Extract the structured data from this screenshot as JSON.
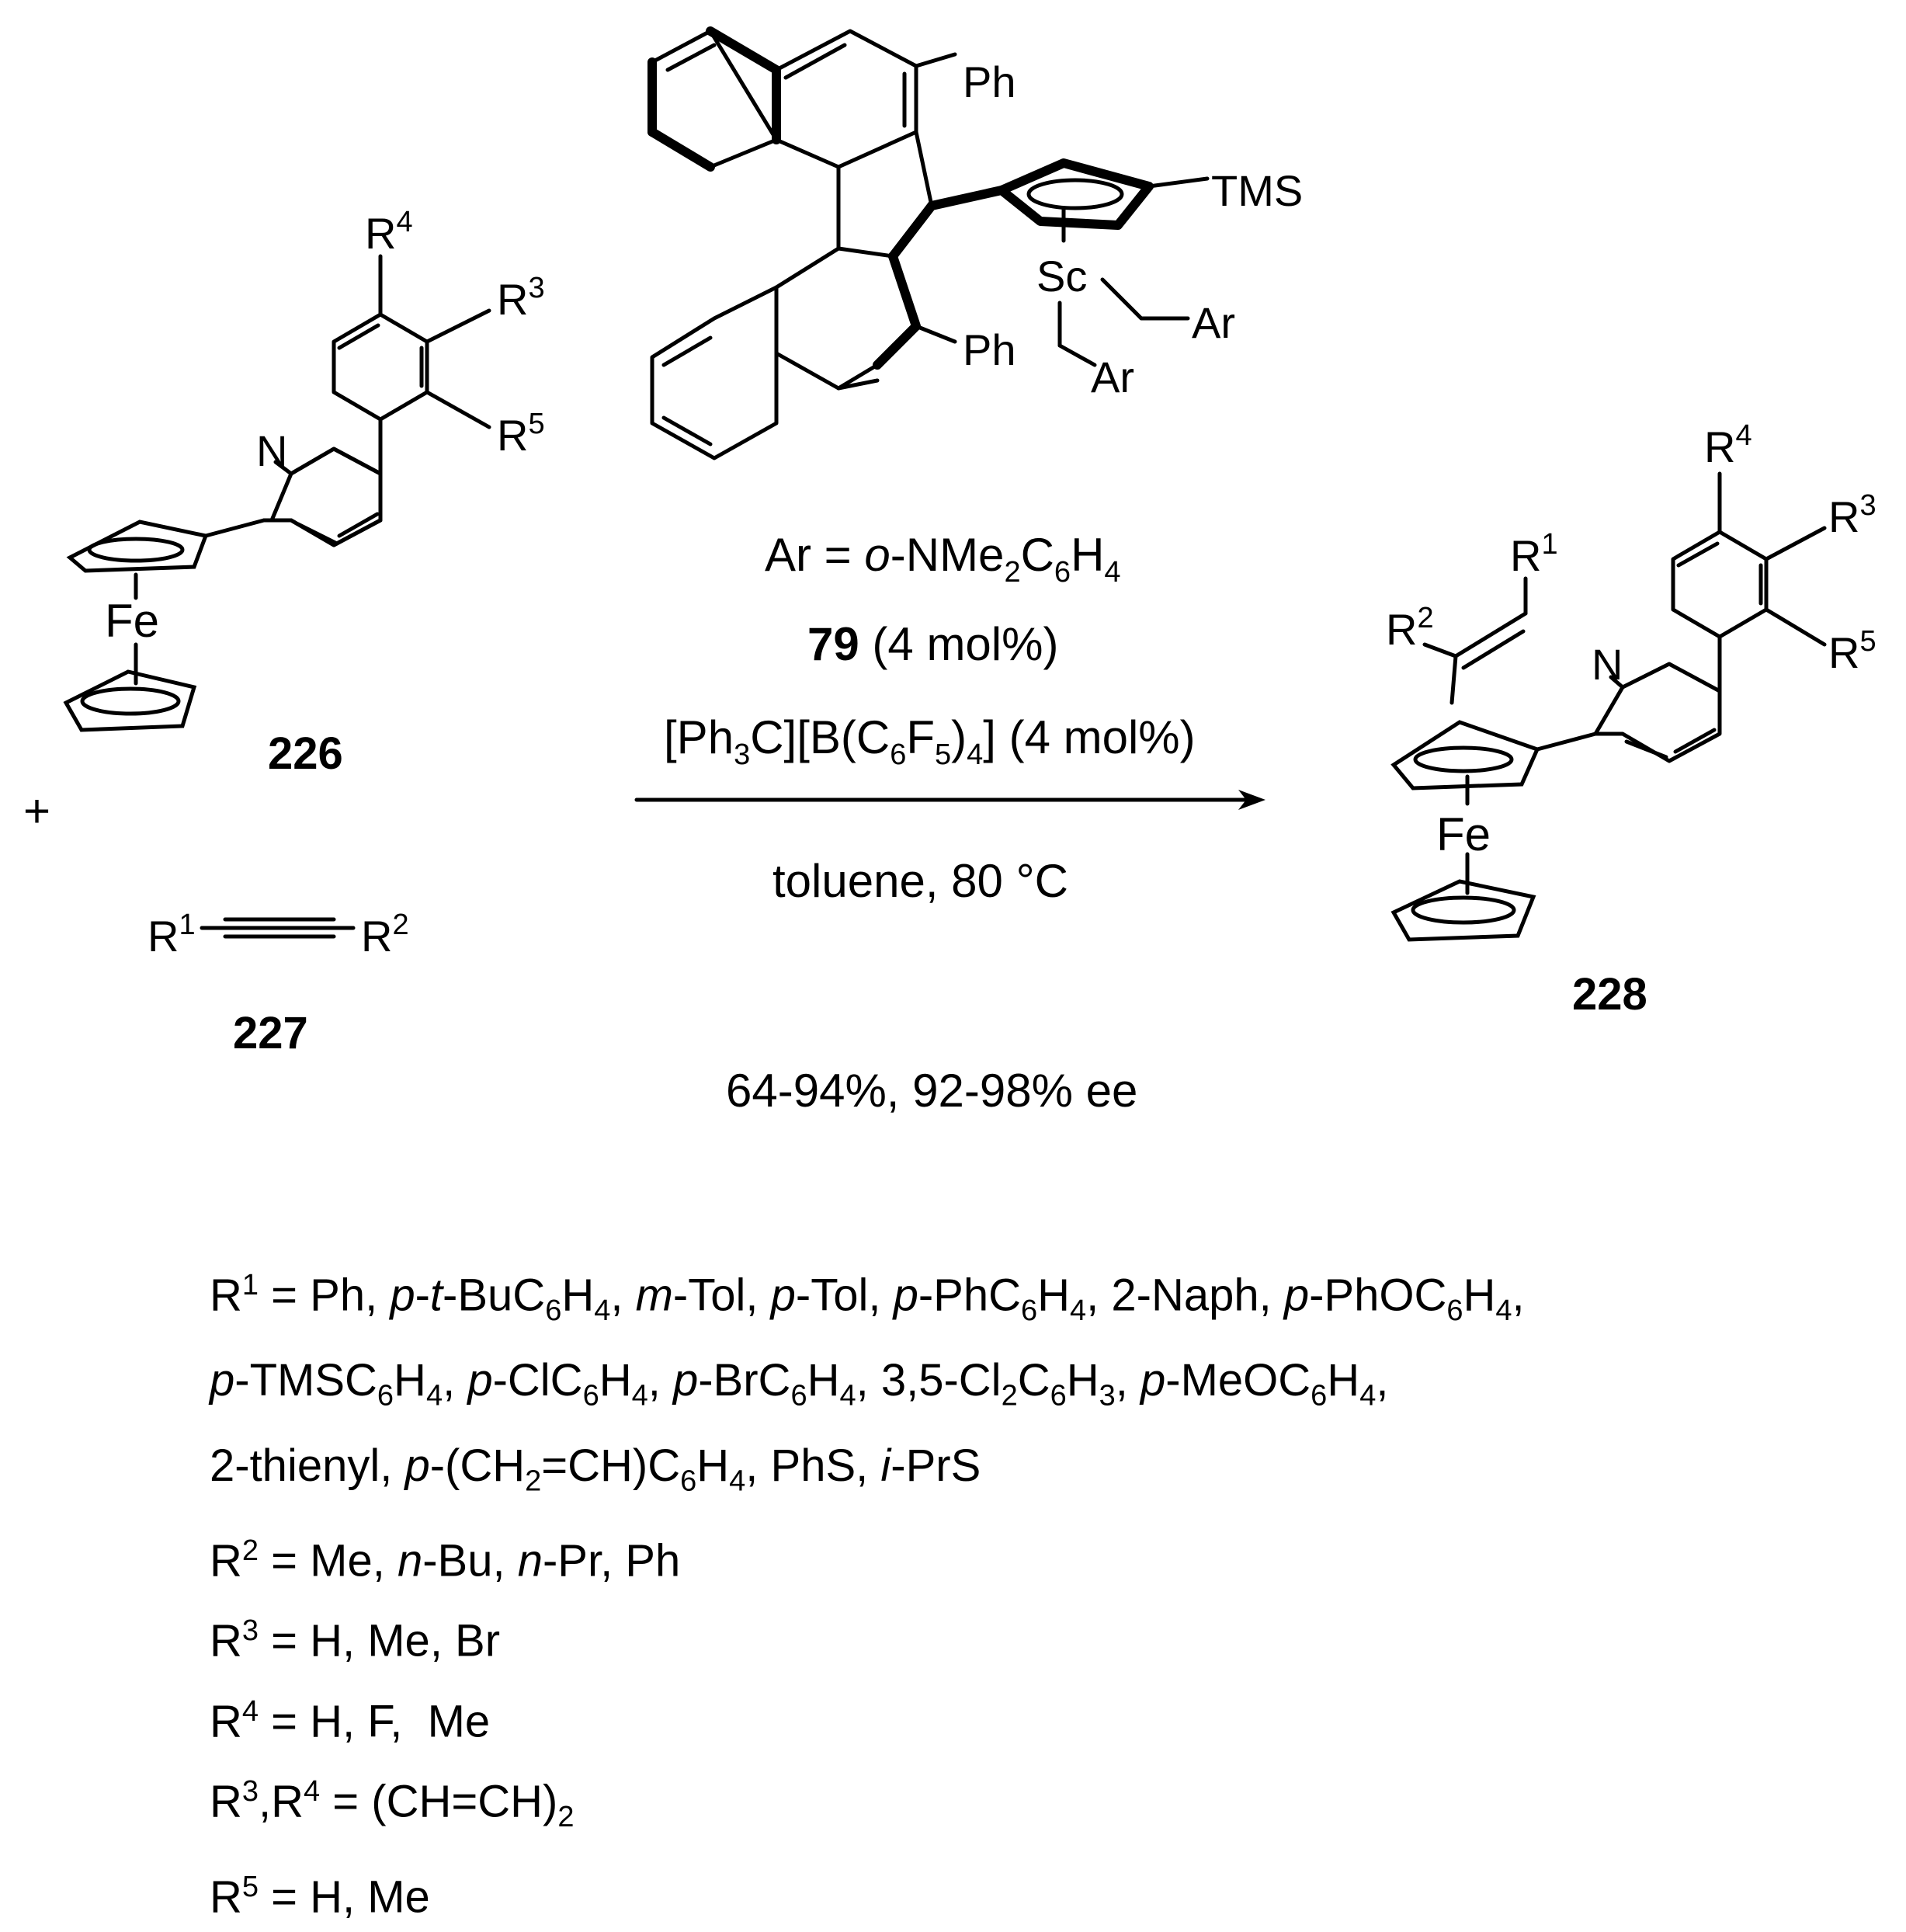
{
  "reactant1": {
    "id": "226",
    "metal": "Fe",
    "r4": "R",
    "r4_sup": "4",
    "r3": "R",
    "r3_sup": "3",
    "r5": "R",
    "r5_sup": "5",
    "n": "N"
  },
  "plus": "+",
  "reactant2": {
    "id": "227",
    "r1": "R",
    "r1_sup": "1",
    "r2": "R",
    "r2_sup": "2"
  },
  "catalyst": {
    "ph_top": "Ph",
    "ph_bottom": "Ph",
    "tms": "TMS",
    "sc": "Sc",
    "ar1": "Ar",
    "ar2": "Ar",
    "ar_def_prefix": "Ar = ",
    "ar_def_o": "o",
    "ar_def_mid": "-NMe",
    "ar_def_sub2": "2",
    "ar_def_c": "C",
    "ar_def_sub6": "6",
    "ar_def_h": "H",
    "ar_def_sub4": "4",
    "id": "79",
    "loading": " (4 mol%)"
  },
  "cocatalyst": {
    "t1": "[Ph",
    "s1": "3",
    "t2": "C][B(C",
    "s2": "6",
    "t3": "F",
    "s3": "5",
    "t4": ")",
    "s4": "4",
    "t5": "] (4 mol%)"
  },
  "conditions": "toluene, 80 °C",
  "result": "64-94%, 92-98% ee",
  "product": {
    "id": "228",
    "metal": "Fe",
    "r1": "R",
    "r1_sup": "1",
    "r2": "R",
    "r2_sup": "2",
    "r3": "R",
    "r3_sup": "3",
    "r4": "R",
    "r4_sup": "4",
    "r5": "R",
    "r5_sup": "5",
    "n": "N"
  },
  "substituents": {
    "r1_label": "R",
    "r1_sup": "1",
    "r1_a": " = Ph, ",
    "r1_p1": "p",
    "r1_dash1": "-",
    "r1_t": "t",
    "r1_b": "-BuC",
    "r1_b6": "6",
    "r1_bh": "H",
    "r1_b4": "4",
    "r1_c1": ", ",
    "r1_m": "m",
    "r1_mtol": "-Tol, ",
    "r1_p2": "p",
    "r1_ptol": "-Tol, ",
    "r1_p3": "p",
    "r1_pph": "-PhC",
    "r1_pph6": "6",
    "r1_pphh": "H",
    "r1_pph4": "4",
    "r1_naph": ", 2-Naph, ",
    "r1_p4": "p",
    "r1_phoc": "-PhOC",
    "r1_phoc6": "6",
    "r1_phoch": "H",
    "r1_phoc4": "4",
    "r1_end1": ",",
    "l2_p1": "p",
    "l2_tms": "-TMSC",
    "l2_tms6": "6",
    "l2_tmsh": "H",
    "l2_tms4": "4",
    "l2_c1": ", ",
    "l2_p2": "p",
    "l2_cl": "-ClC",
    "l2_cl6": "6",
    "l2_clh": "H",
    "l2_cl4": "4",
    "l2_c2": ", ",
    "l2_p3": "p",
    "l2_br": "-BrC",
    "l2_br6": "6",
    "l2_brh": "H",
    "l2_br4": "4",
    "l2_c3": ", ",
    "l2_dc": "3,5-Cl",
    "l2_dc2": "2",
    "l2_dcc": "C",
    "l2_dc6": "6",
    "l2_dch": "H",
    "l2_dc3": "3",
    "l2_c4": ", ",
    "l2_p4": "p",
    "l2_meo": "-MeOC",
    "l2_meo6": "6",
    "l2_meoh": "H",
    "l2_meo4": "4",
    "l2_end": ",",
    "l3_a": "2-thienyl, ",
    "l3_p": "p",
    "l3_b": "-(CH",
    "l3_b2": "2",
    "l3_c": "=CH)C",
    "l3_c6": "6",
    "l3_h": "H",
    "l3_h4": "4",
    "l3_d": ", PhS, ",
    "l3_i": "i",
    "l3_e": "-PrS",
    "r2_label": "R",
    "r2_sup": "2",
    "r2_a": " = Me, ",
    "r2_n1": "n",
    "r2_b": "-Bu, ",
    "r2_n2": "n",
    "r2_c": "-Pr, Ph",
    "r3_label": "R",
    "r3_sup": "3",
    "r3_a": " = H, Me, Br",
    "r4_label": "R",
    "r4_sup": "4",
    "r4_a": " = H, F,  Me",
    "r34_label": "R",
    "r34_sup": "3",
    "r34_comma": ",R",
    "r34_sup2": "4",
    "r34_a": " = (CH=CH)",
    "r34_sub": "2",
    "r5_label": "R",
    "r5_sup": "5",
    "r5_a": " = H, Me"
  }
}
